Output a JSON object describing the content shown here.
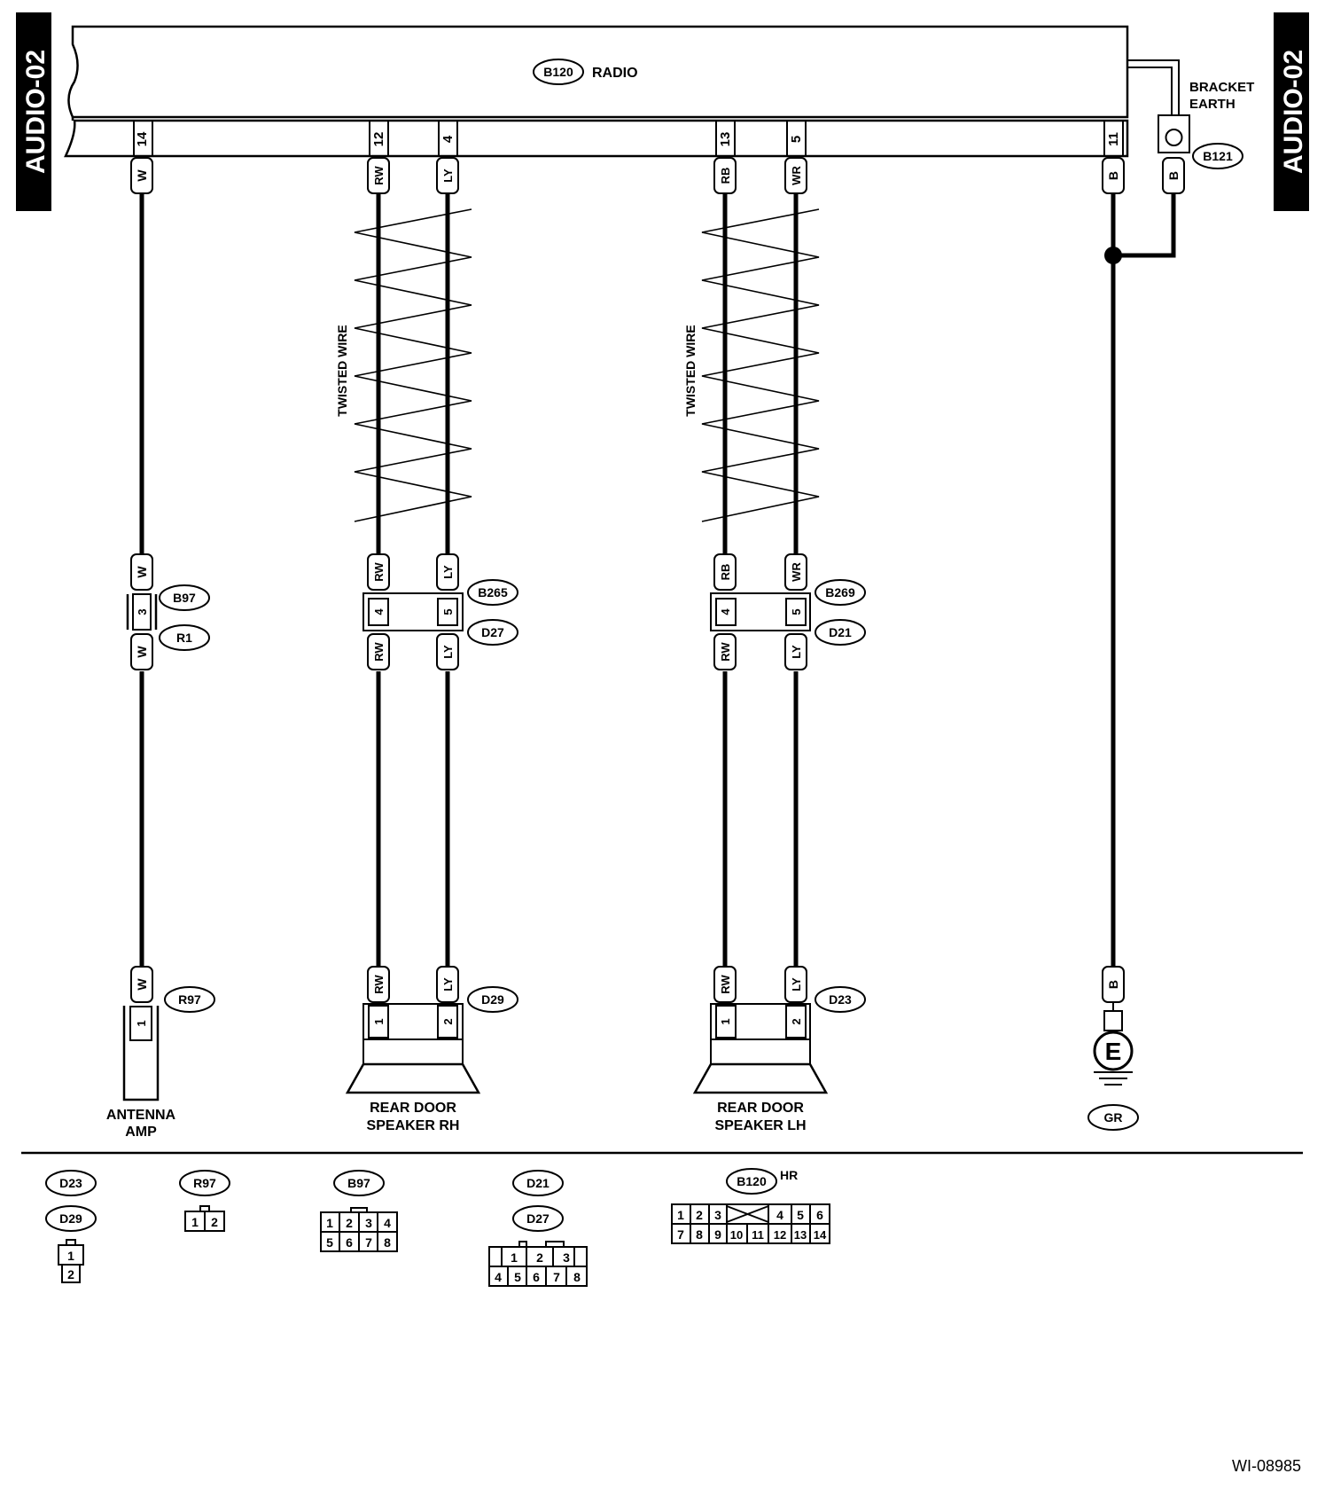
{
  "page_tag": "AUDIO-02",
  "doc_id": "WI-08985",
  "radio": {
    "connector": "B120",
    "label": "RADIO"
  },
  "bracket_earth": {
    "line1": "BRACKET",
    "line2": "EARTH",
    "connector": "B121",
    "wire": "B"
  },
  "twisted_label": "TWISTED WIRE",
  "circuits": {
    "antenna": {
      "radio_pin": "14",
      "wire_top": "W",
      "wire_bottom": "W",
      "joint_upper": "B97",
      "joint_lower": "R1",
      "joint_pin": "3",
      "end_connector": "R97",
      "end_wire": "W",
      "end_pin": "1",
      "label1": "ANTENNA",
      "label2": "AMP"
    },
    "speaker_rh": {
      "radio_pins": [
        "12",
        "4"
      ],
      "wires_top": [
        "RW",
        "LY"
      ],
      "wires_mid": [
        "RW",
        "LY"
      ],
      "joint_upper": "B265",
      "joint_lower": "D27",
      "joint_pins": [
        "4",
        "5"
      ],
      "wires_lower": [
        "RW",
        "LY"
      ],
      "wires_bottom": [
        "RW",
        "LY"
      ],
      "end_connector": "D29",
      "end_pins": [
        "1",
        "2"
      ],
      "label1": "REAR DOOR",
      "label2": "SPEAKER RH"
    },
    "speaker_lh": {
      "radio_pins": [
        "13",
        "5"
      ],
      "wires_top": [
        "RB",
        "WR"
      ],
      "wires_mid": [
        "RB",
        "WR"
      ],
      "joint_upper": "B269",
      "joint_lower": "D21",
      "joint_pins": [
        "4",
        "5"
      ],
      "wires_lower": [
        "RW",
        "LY"
      ],
      "wires_bottom": [
        "RW",
        "LY"
      ],
      "end_connector": "D23",
      "end_pins": [
        "1",
        "2"
      ],
      "label1": "REAR DOOR",
      "label2": "SPEAKER LH"
    },
    "ground": {
      "radio_pin": "11",
      "wire_top": "B",
      "wire_bottom": "B",
      "symbol": "E",
      "connector": "GR"
    }
  },
  "connector_legend": {
    "d23_d29": {
      "ids": [
        "D23",
        "D29"
      ],
      "pins": [
        "1",
        "2"
      ]
    },
    "r97": {
      "id": "R97",
      "pins": [
        "1",
        "2"
      ]
    },
    "b97": {
      "id": "B97",
      "pins": [
        "1",
        "2",
        "3",
        "4",
        "5",
        "6",
        "7",
        "8"
      ]
    },
    "d21_d27": {
      "ids": [
        "D21",
        "D27"
      ],
      "pins": [
        "1",
        "2",
        "3",
        "4",
        "5",
        "6",
        "7",
        "8"
      ]
    },
    "b120": {
      "id": "B120",
      "suffix": "HR",
      "pins": [
        "1",
        "2",
        "3",
        "4",
        "5",
        "6",
        "7",
        "8",
        "9",
        "10",
        "11",
        "12",
        "13",
        "14"
      ]
    }
  }
}
